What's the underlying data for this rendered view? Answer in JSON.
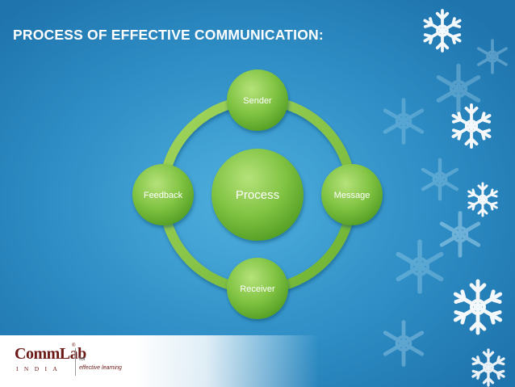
{
  "slide": {
    "title": "PROCESS OF EFFECTIVE COMMUNICATION:",
    "background_color": "#2f8fc6",
    "node_color": "#7fc241",
    "ring_color": "#8ccb4a"
  },
  "diagram": {
    "center": "Process",
    "nodes": {
      "top": "Sender",
      "right": "Message",
      "bottom": "Receiver",
      "left": "Feedback"
    }
  },
  "logo": {
    "brand": "CommLab",
    "sub": "INDIA",
    "for": "for",
    "tagline": "effective learning",
    "mark": "®"
  },
  "decorations": {
    "icon": "snowflake-icon"
  }
}
